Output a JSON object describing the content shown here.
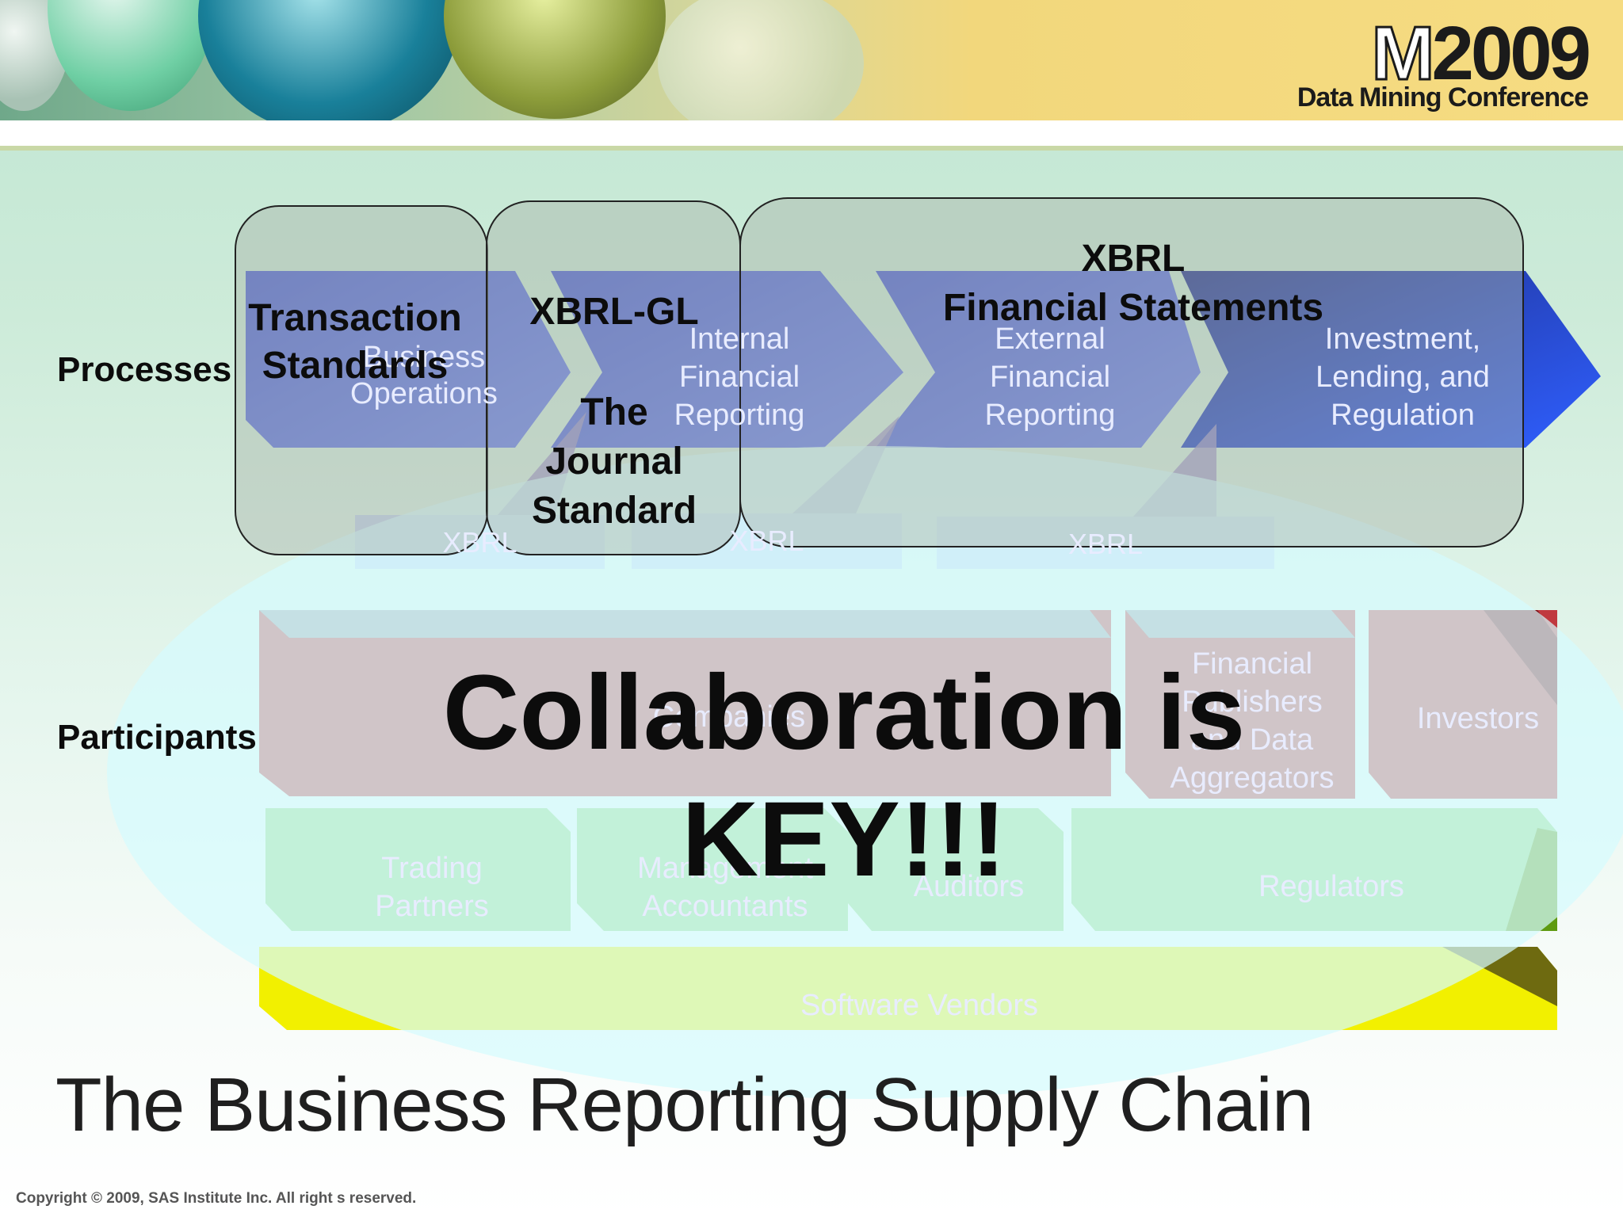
{
  "logo": {
    "main": "2009",
    "letter": "M",
    "sub": "Data Mining Conference"
  },
  "row_labels": {
    "processes": "Processes",
    "participants": "Participants"
  },
  "processes": [
    "Business\nOperations",
    "Internal\nFinancial\nReporting",
    "External\nFinancial\nReporting",
    "Investment,\nLending, and\nRegulation"
  ],
  "xbrl_boxes": [
    "XBRL",
    "XBRL",
    "XBRL"
  ],
  "groups": {
    "transaction": "Transaction\nStandards",
    "gl": "XBRL-GL",
    "journal": "The\nJournal\nStandard",
    "fs": "XBRL\nFinancial Statements"
  },
  "participants_top": [
    "Companies",
    "Financial\nPublishers\nand Data\nAggregators",
    "Investors"
  ],
  "participants_mid": [
    "Trading\nPartners",
    "Management\nAccountants",
    "Auditors",
    "Regulators"
  ],
  "participants_bottom": "Software Vendors",
  "callout": "Collaboration is\nKEY!!!",
  "title": "The Business Reporting Supply Chain",
  "copyright": "Copyright © 2009,  SAS Institute Inc.  All right s reserved.",
  "colors": {
    "process_blue": "#4f63d6",
    "participant_red": "#c0393f",
    "participant_green": "#8fd87a",
    "vendor_yellow": "#f2f000",
    "ellipse": "#d8fbfc"
  }
}
